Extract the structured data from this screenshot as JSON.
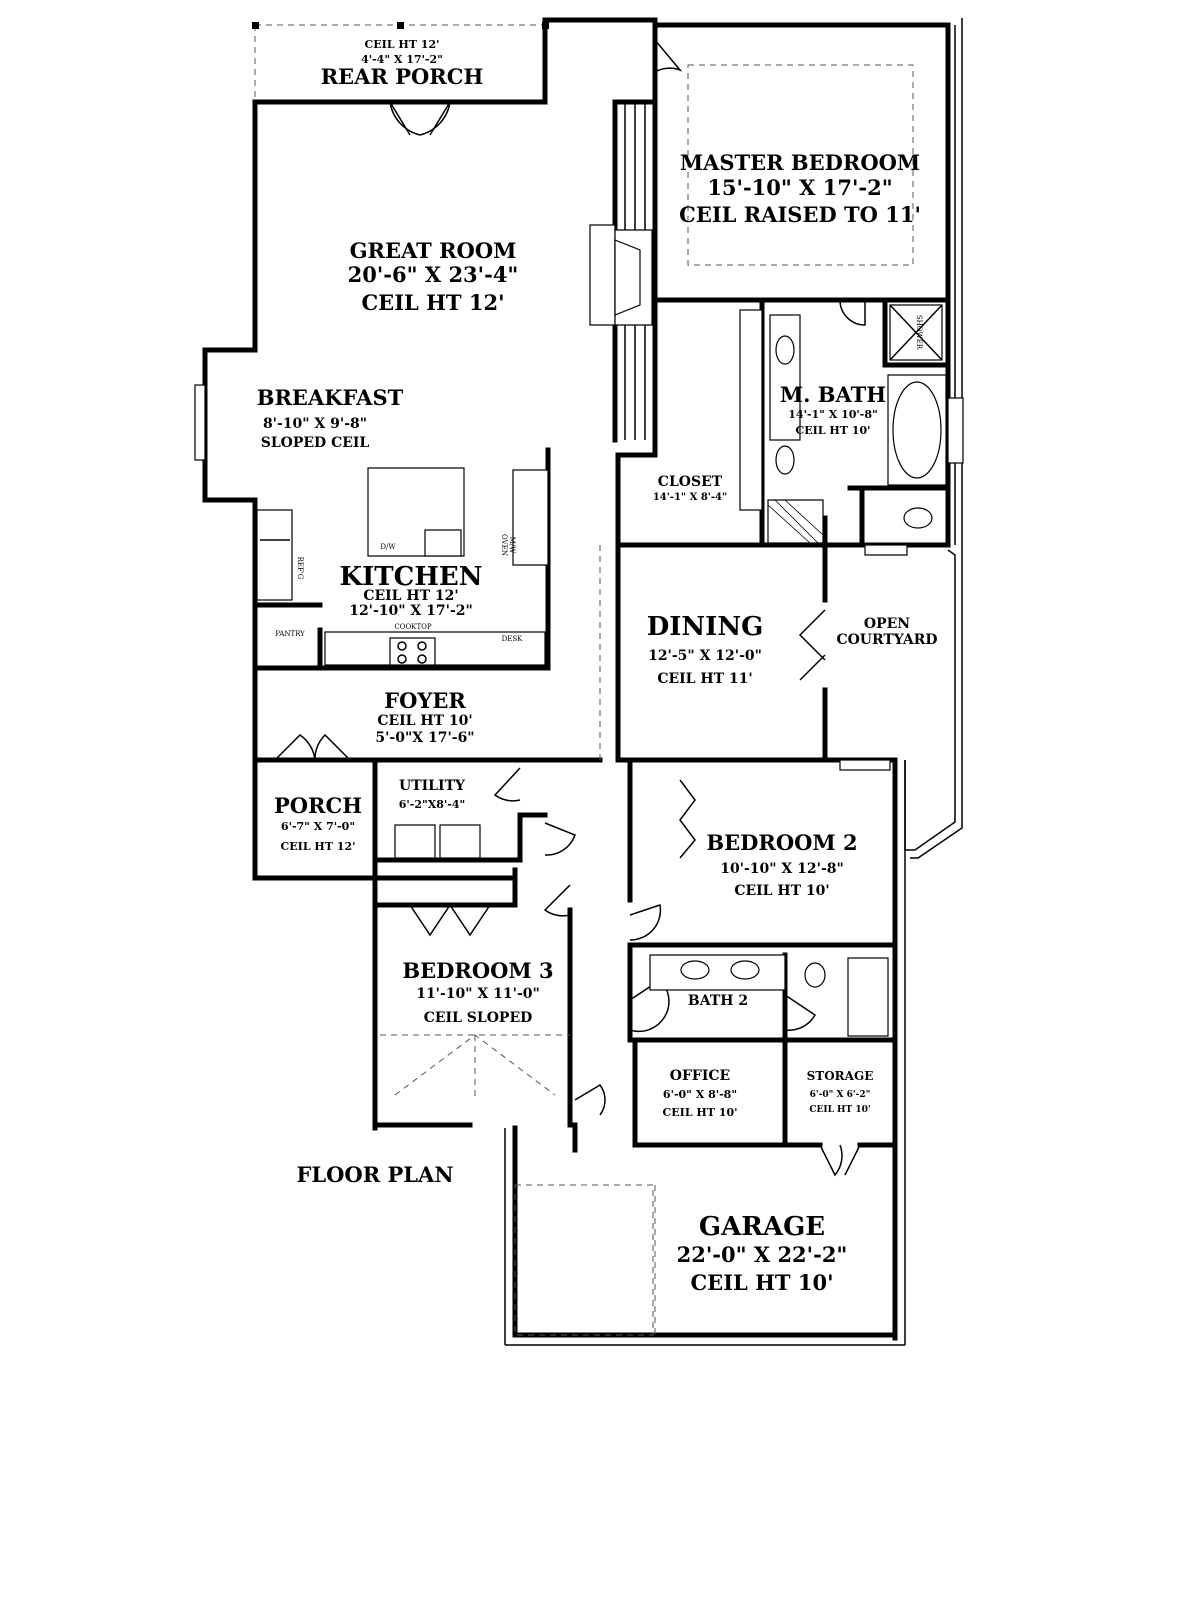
{
  "plan_title": "FLOOR PLAN",
  "rooms": {
    "rear_porch": {
      "name": "REAR PORCH",
      "dims": "4'-4\" X 17'-2\"",
      "ceiling": "CEIL HT 12'"
    },
    "master_bedroom": {
      "name": "MASTER BEDROOM",
      "dims": "15'-10\" X 17'-2\"",
      "ceiling": "CEIL RAISED TO 11'"
    },
    "great_room": {
      "name": "GREAT ROOM",
      "dims": "20'-6\" X 23'-4\"",
      "ceiling": "CEIL HT 12'"
    },
    "breakfast": {
      "name": "BREAKFAST",
      "dims": "8'-10\" X 9'-8\"",
      "ceiling": "SLOPED CEIL"
    },
    "m_bath": {
      "name": "M. BATH",
      "dims": "14'-1\" X 10'-8\"",
      "ceiling": "CEIL HT 10'"
    },
    "closet": {
      "name": "CLOSET",
      "dims": "14'-1\" X 8'-4\""
    },
    "kitchen": {
      "name": "KITCHEN",
      "ceiling": "CEIL HT 12'",
      "dims": "12'-10\" X 17'-2\""
    },
    "dining": {
      "name": "DINING",
      "dims": "12'-5\" X 12'-0\"",
      "ceiling": "CEIL HT 11'"
    },
    "open_courtyard": {
      "line1": "OPEN",
      "line2": "COURTYARD"
    },
    "foyer": {
      "name": "FOYER",
      "ceiling": "CEIL HT 10'",
      "dims": "5'-0\"X 17'-6\""
    },
    "porch": {
      "name": "PORCH",
      "dims": "6'-7\" X 7'-0\"",
      "ceiling": "CEIL HT 12'"
    },
    "utility": {
      "name": "UTILITY",
      "dims": "6'-2\"X8'-4\""
    },
    "bedroom2": {
      "name": "BEDROOM 2",
      "dims": "10'-10\" X 12'-8\"",
      "ceiling": "CEIL HT 10'"
    },
    "bedroom3": {
      "name": "BEDROOM 3",
      "dims": "11'-10\" X 11'-0\"",
      "ceiling": "CEIL SLOPED"
    },
    "bath2": {
      "name": "BATH 2"
    },
    "office": {
      "name": "OFFICE",
      "dims": "6'-0\" X 8'-8\"",
      "ceiling": "CEIL HT 10'"
    },
    "storage": {
      "name": "STORAGE",
      "dims": "6'-0\" X 6'-2\"",
      "ceiling": "CEIL HT 10'"
    },
    "garage": {
      "name": "GARAGE",
      "dims": "22'-0\" X 22'-2\"",
      "ceiling": "CEIL HT 10'"
    }
  },
  "fixtures": {
    "shower": "SHOWER",
    "dishwasher": "D/W",
    "refrigerator": "REF'G",
    "oven": "OVEN",
    "microwave": "M/W",
    "pantry": "PANTRY",
    "cooktop": "COOKTOP",
    "desk": "DESK"
  }
}
